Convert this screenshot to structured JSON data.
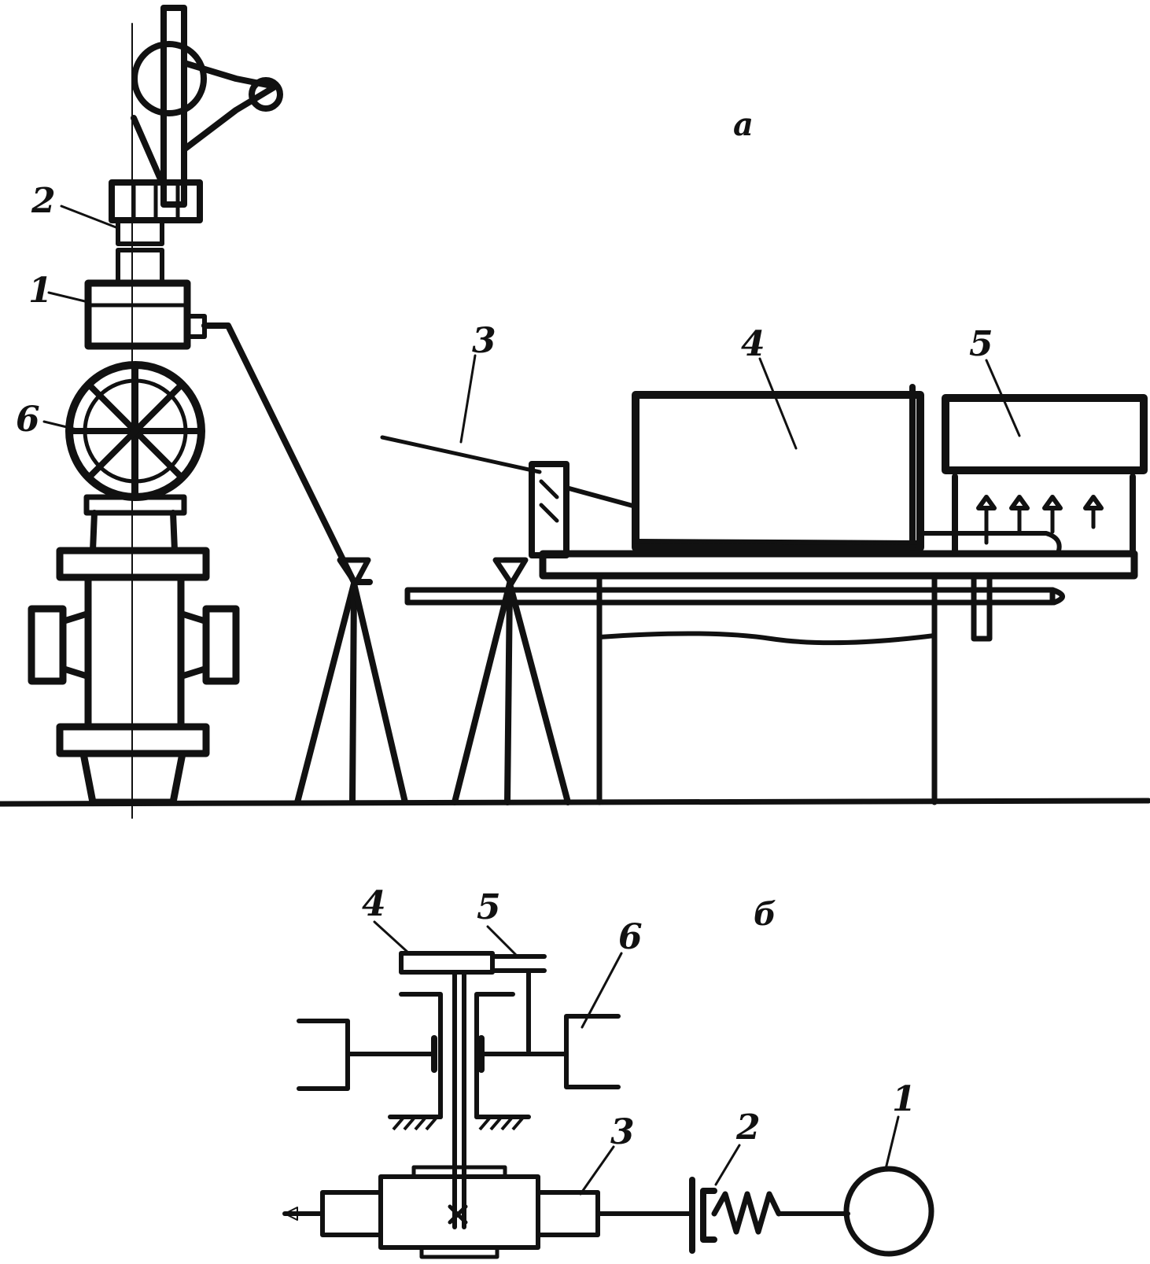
{
  "figure": {
    "panel_a": {
      "letter": "a",
      "callouts": [
        "1",
        "2",
        "3",
        "4",
        "5",
        "6"
      ]
    },
    "panel_b": {
      "letter": "б",
      "callouts": [
        "1",
        "2",
        "3",
        "4",
        "5",
        "6"
      ]
    }
  },
  "colors": {
    "ink": "#111111",
    "background": "#ffffff"
  }
}
